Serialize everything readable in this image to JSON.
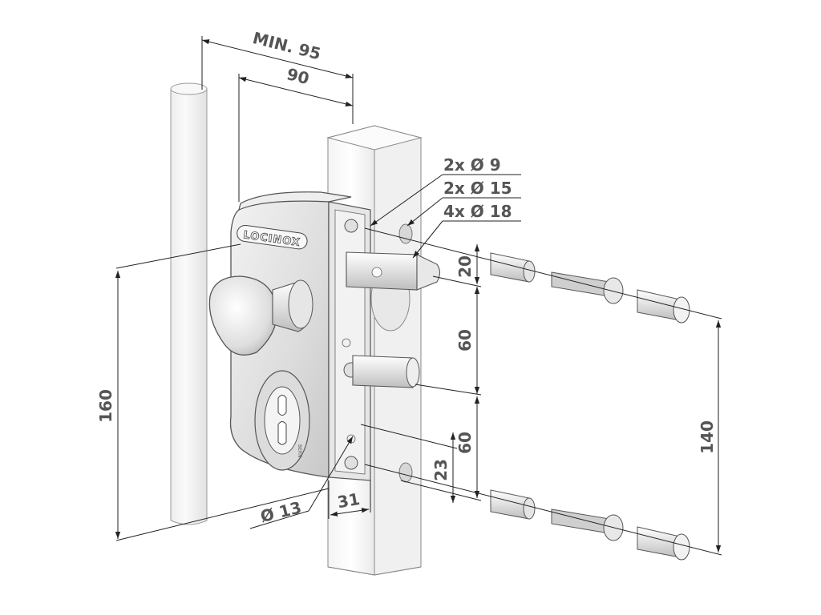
{
  "brand": "LOCINOX",
  "key_mark": "BERN",
  "dimensions": {
    "min_width": "MIN. 95",
    "width": "90",
    "height": "160",
    "bolt_spacing": "140",
    "spacing_top": "20",
    "spacing_mid": "60",
    "spacing_low": "60",
    "offset_bottom": "23",
    "backset": "31",
    "pin_diameter": "Ø 13"
  },
  "holes": {
    "small": "2x Ø 9",
    "medium": "2x Ø 15",
    "large": "4x Ø 18"
  }
}
